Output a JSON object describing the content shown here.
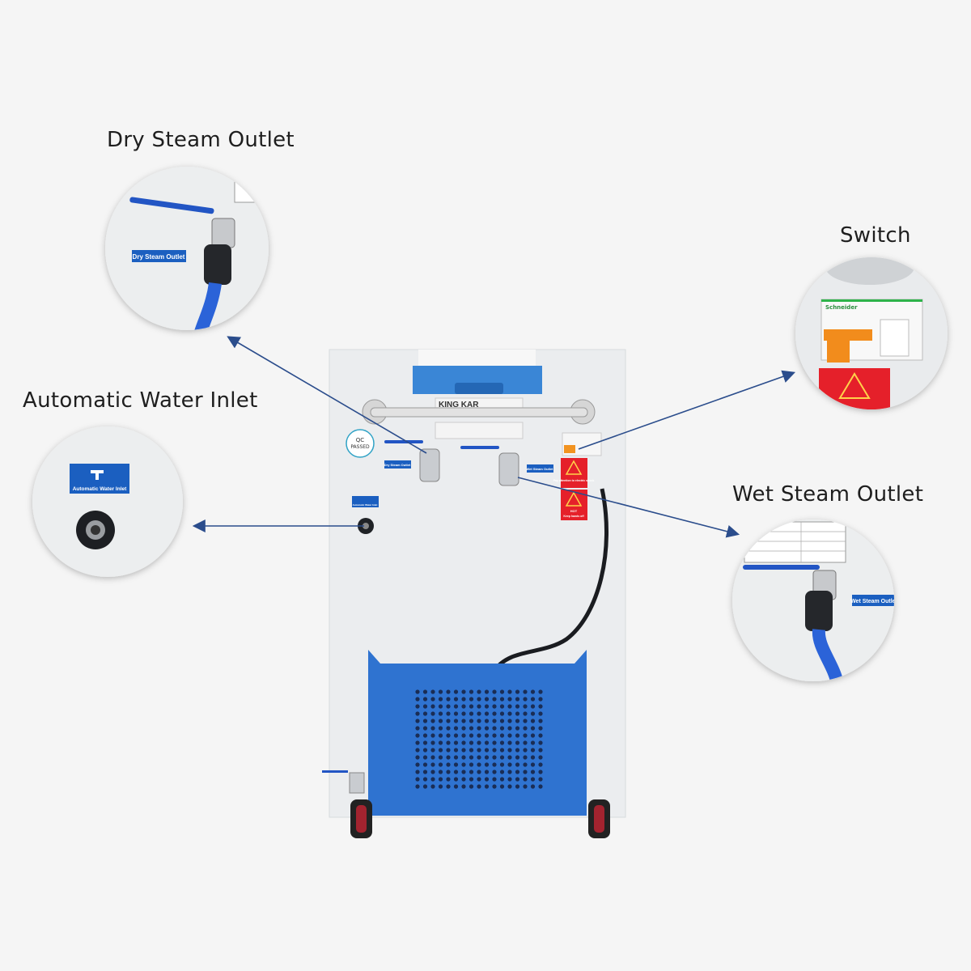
{
  "callouts": {
    "dry_steam_outlet": "Dry Steam Outlet",
    "switch": "Switch",
    "automatic_water_inlet": "Automatic Water Inlet",
    "wet_steam_outlet": "Wet Steam Outlet"
  },
  "machine": {
    "brand": "KING KAR",
    "qc_badge": "QC",
    "qc_badge_2": "PASSED",
    "sticker_dry": "Dry Steam Outlet",
    "sticker_wet": "Wet Steam Outlet",
    "sticker_inlet": "Automatic Water Inlet",
    "warning_shock": "Pay attention to electric shock",
    "warning_hot": "HOT",
    "warning_hot_2": "Keep hands off"
  },
  "details": {
    "switch_brand": "Schneider"
  },
  "colors": {
    "background": "#f5f5f5",
    "arrow": "#2b4d8c",
    "machine_blue": "#2f73d0",
    "sticker_blue": "#1b5fc0",
    "warning_red": "#e5202a"
  }
}
